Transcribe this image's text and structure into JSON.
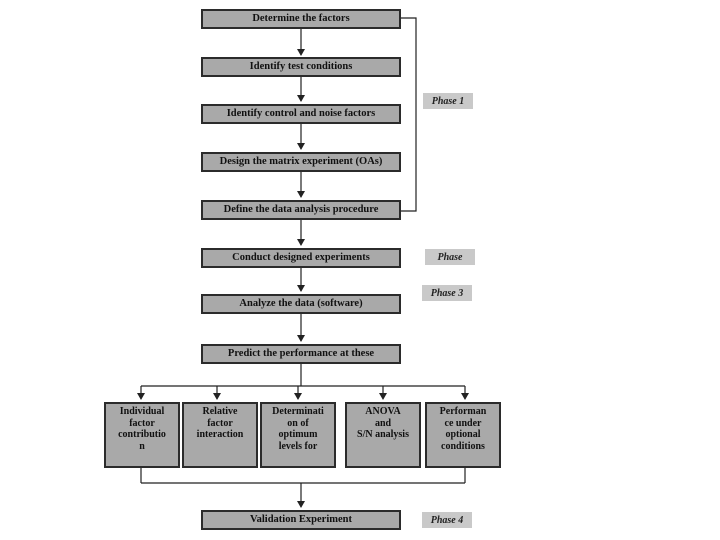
{
  "steps": [
    "Determine the factors",
    "Identify test conditions",
    "Identify control and noise factors",
    "Design the matrix experiment (OAs)",
    "Define the data analysis procedure",
    "Conduct designed experiments",
    "Analyze the data (software)",
    "Predict the performance at these",
    "Validation Experiment"
  ],
  "outputs": [
    "Individual\nfactor\ncontributio\nn",
    "Relative\nfactor\ninteraction",
    "Determinati\non of\noptimum\nlevels for",
    "ANOVA\nand\nS/N analysis",
    "Performan\nce under\noptional\nconditions"
  ],
  "phases": {
    "phase_1": "Phase 1",
    "phase_2": "Phase",
    "phase_3": "Phase 3",
    "phase_4": "Phase 4"
  },
  "colors": {
    "box_fill": "#a9a9a9",
    "box_border": "#2b2b2b",
    "phase_fill": "#c9c9c9",
    "line": "#222222"
  }
}
